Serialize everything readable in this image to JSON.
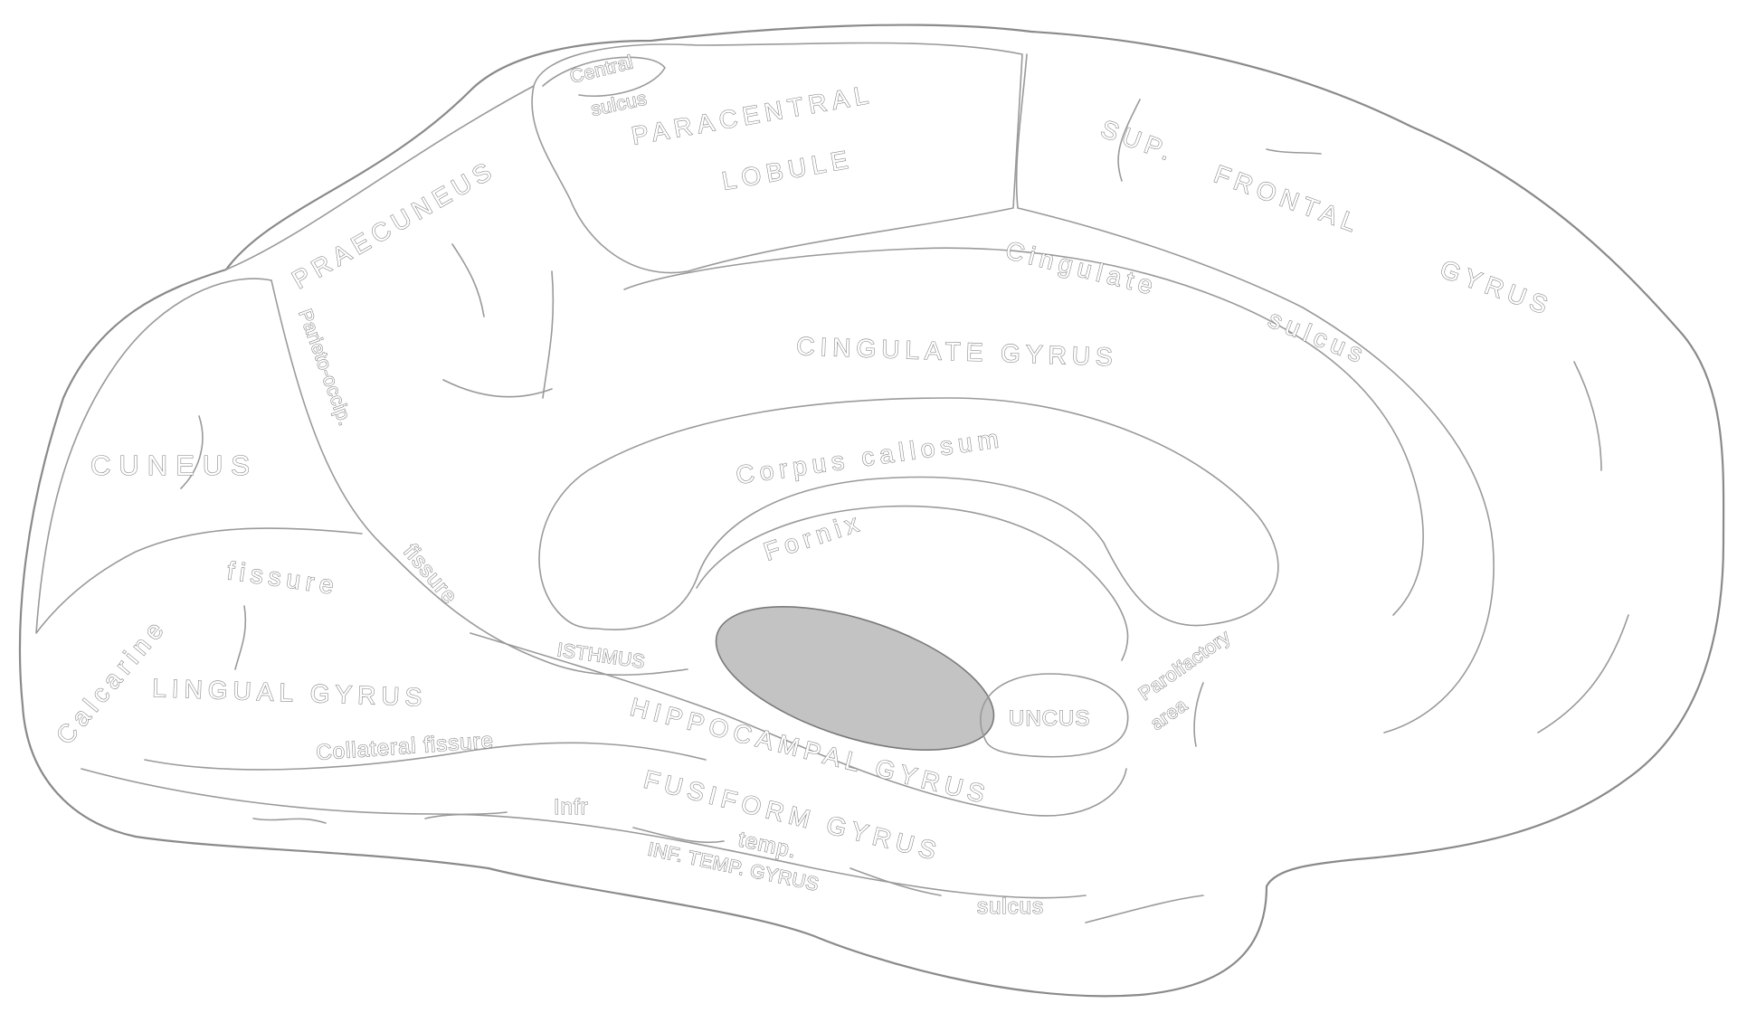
{
  "labels": {
    "central_sulcus_1": "Central",
    "central_sulcus_2": "sulcus",
    "paracentral_1": "PARACENTRAL",
    "paracentral_2": "LOBULE",
    "sup_frontal_1": "SUP.",
    "sup_frontal_2": "FRONTAL",
    "sup_frontal_3": "GYRUS",
    "praecuneus": "PRAECUNEUS",
    "cingulate_sulcus_1": "Cingulate",
    "cingulate_sulcus_2": "sulcus",
    "cingulate_gyrus": "CINGULATE GYRUS",
    "parieto_occip": "Parieto-occip.",
    "cuneus": "CUNEUS",
    "corpus_callosum": "Corpus callosum",
    "fornix": "Fornix",
    "fissure_po": "fissure",
    "calcarine": "Calcarine",
    "calcarine_fissure": "fissure",
    "lingual_gyrus": "LINGUAL GYRUS",
    "isthmus": "ISTHMUS",
    "hippocampal_gyrus": "HIPPOCAMPAL GYRUS",
    "uncus": "UNCUS",
    "parolfactory_1": "Parolfactory",
    "parolfactory_2": "area",
    "collateral_fissure": "Collateral fissure",
    "fusiform_gyrus": "FUSIFORM GYRUS",
    "infr": "Infr",
    "temp": "temp.",
    "inf_temp_gyrus": "INF. TEMP. GYRUS",
    "sulcus_bottom": "sulcus"
  },
  "colors": {
    "outline": "#9a9a9a",
    "shaded_region": "#c3c3c3",
    "background": "#ffffff"
  }
}
